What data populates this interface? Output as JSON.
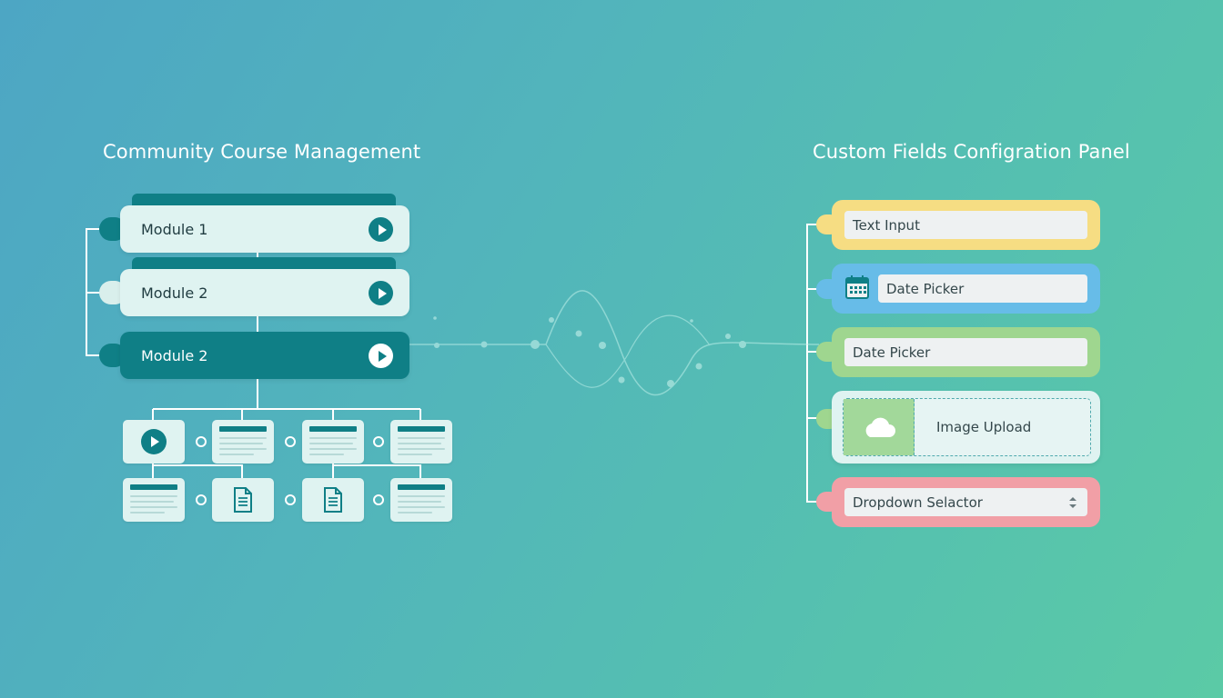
{
  "course_panel": {
    "title": "Community Course Management",
    "modules": [
      {
        "label": "Module 1",
        "active": false
      },
      {
        "label": "Module 2",
        "active": false
      },
      {
        "label": "Module 2",
        "active": true
      }
    ],
    "lessons_row1": [
      "video",
      "text",
      "text",
      "text"
    ],
    "lessons_row2": [
      "text",
      "document",
      "document",
      "text"
    ]
  },
  "fields_panel": {
    "title": "Custom Fields Configration Panel",
    "fields": [
      {
        "label": "Text Input",
        "type": "text",
        "color": "#f6dd83"
      },
      {
        "label": "Date Picker",
        "type": "date-icon",
        "color": "#67bce8"
      },
      {
        "label": "Date Picker",
        "type": "date",
        "color": "#9fd68f"
      },
      {
        "label": "Image Upload",
        "type": "image",
        "color": "#dff3f1"
      },
      {
        "label": "Dropdown Selactor",
        "type": "dropdown",
        "color": "#f19fa6"
      }
    ]
  },
  "colors": {
    "teal": "#0f7f86",
    "light": "#dff3f1",
    "background_start": "#4da6c4",
    "background_end": "#5bcaa6"
  }
}
